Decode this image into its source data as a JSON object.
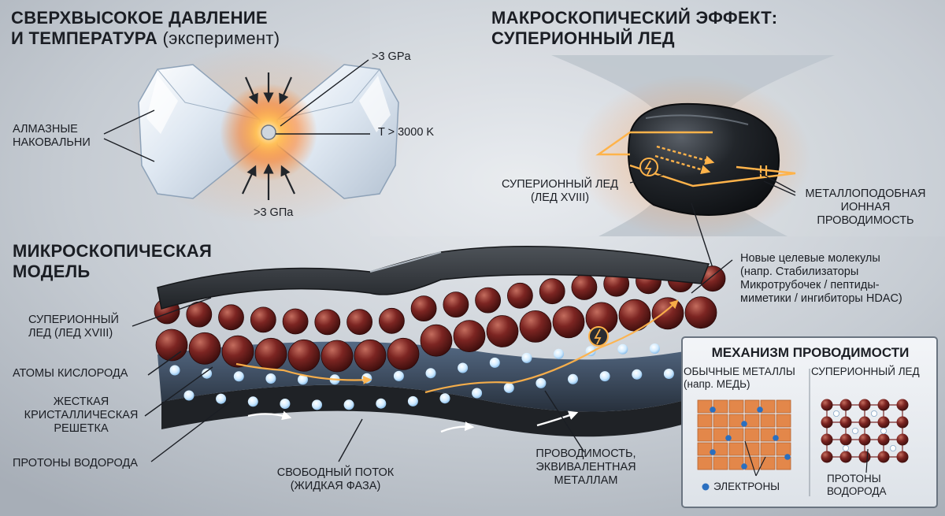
{
  "panels": {
    "experiment": {
      "title_line1": "СВЕРХВЫСОКОЕ ДАВЛЕНИЕ",
      "title_line2": "И ТЕМПЕРАТУРА",
      "title_suffix": "(эксперимент)",
      "label_pressure_top": ">3 GPa",
      "label_pressure_bottom": ">3 GПа",
      "label_temperature": "T > 3000 K",
      "label_anvils_line1": "АЛМАЗНЫЕ",
      "label_anvils_line2": "НАКОВАЛЬНИ"
    },
    "macro": {
      "title_line1": "МАКРОСКОПИЧЕСКИЙ ЭФФЕКТ:",
      "title_line2": "СУПЕРИОННЫЙ ЛЕД",
      "label_ice_line1": "СУПЕРИОННЫЙ ЛЕД",
      "label_ice_line2": "(ЛЕД XVIII)",
      "label_conductivity_line1": "МЕТАЛЛОПОДОБНАЯ",
      "label_conductivity_line2": "ИОННАЯ",
      "label_conductivity_line3": "ПРОВОДИМОСТЬ"
    },
    "micro": {
      "title_line1": "МИКРОСКОПИЧЕСКАЯ",
      "title_line2": "МОДЕЛЬ",
      "label_ice_line1": "СУПЕРИОННЫЙ",
      "label_ice_line2": "ЛЕД (ЛЕД XVIII)",
      "label_oxygen": "АТОМЫ КИСЛОРОДА",
      "label_lattice_line1": "ЖЕСТКАЯ",
      "label_lattice_line2": "КРИСТАЛЛИЧЕСКАЯ",
      "label_lattice_line3": "РЕШЕТКА",
      "label_protons": "ПРОТОНЫ ВОДОРОДА",
      "label_flow_line1": "СВОБОДНЫЙ ПОТОК",
      "label_flow_line2": "(ЖИДКАЯ ФАЗА)",
      "label_metal_line1": "ПРОВОДИМОСТЬ,",
      "label_metal_line2": "ЭКВИВАЛЕНТНАЯ",
      "label_metal_line3": "МЕТАЛЛАМ",
      "label_targets_line1": "Новые целевые молекулы",
      "label_targets_line2": "(напр. Стабилизаторы",
      "label_targets_line3": "Микротрубочек / пептиды-",
      "label_targets_line4": "миметики / ингибиторы HDAC)"
    },
    "mechanism": {
      "title": "МЕХАНИЗМ ПРОВОДИМОСТИ",
      "col_metals_line1": "ОБЫЧНЫЕ МЕТАЛЛЫ",
      "col_metals_line2": "(напр. МЕДЬ)",
      "col_ice": "СУПЕРИОННЫЙ ЛЕД",
      "label_electrons": "ЭЛЕКТРОНЫ",
      "label_protons_line1": "ПРОТОНЫ",
      "label_protons_line2": "ВОДОРОДА"
    }
  },
  "colors": {
    "background": "#c9ced4",
    "oxygen": "#6e1e1c",
    "proton": "#dff2ff",
    "copper": "#e3874a",
    "electron": "#2a6fc0",
    "glow": "#ff9a2e",
    "ice": "#1c1f23"
  }
}
